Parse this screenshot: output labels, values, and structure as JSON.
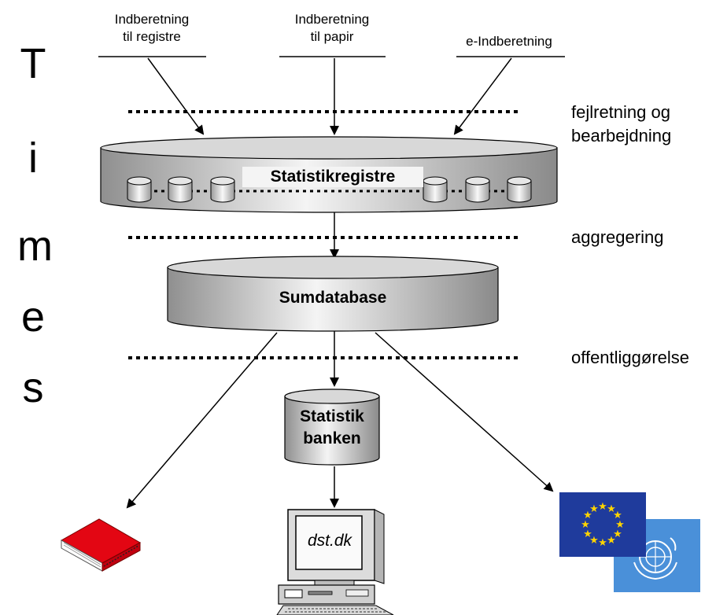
{
  "inputs": [
    {
      "line1": "Indberetning",
      "line2": "til registre"
    },
    {
      "line1": "Indberetning",
      "line2": "til papir"
    },
    {
      "line1": "e-Indberetning",
      "line2": ""
    }
  ],
  "stages": {
    "correction": {
      "line1": "fejlretning og",
      "line2": "bearbejdning"
    },
    "aggregation": "aggregering",
    "publication": "offentliggørelse"
  },
  "time_letters": [
    "T",
    "i",
    "m",
    "e",
    "s"
  ],
  "databases": {
    "registers": "Statistikregistre",
    "sum": "Sumdatabase",
    "bank_line1": "Statistik",
    "bank_line2": "banken"
  },
  "outputs": {
    "web_screen_text": "dst.dk"
  },
  "colors": {
    "eu_blue": "#1f3b9c",
    "eu_star": "#ffd400",
    "un_blue": "#4a90d9",
    "book_red": "#e30613"
  }
}
